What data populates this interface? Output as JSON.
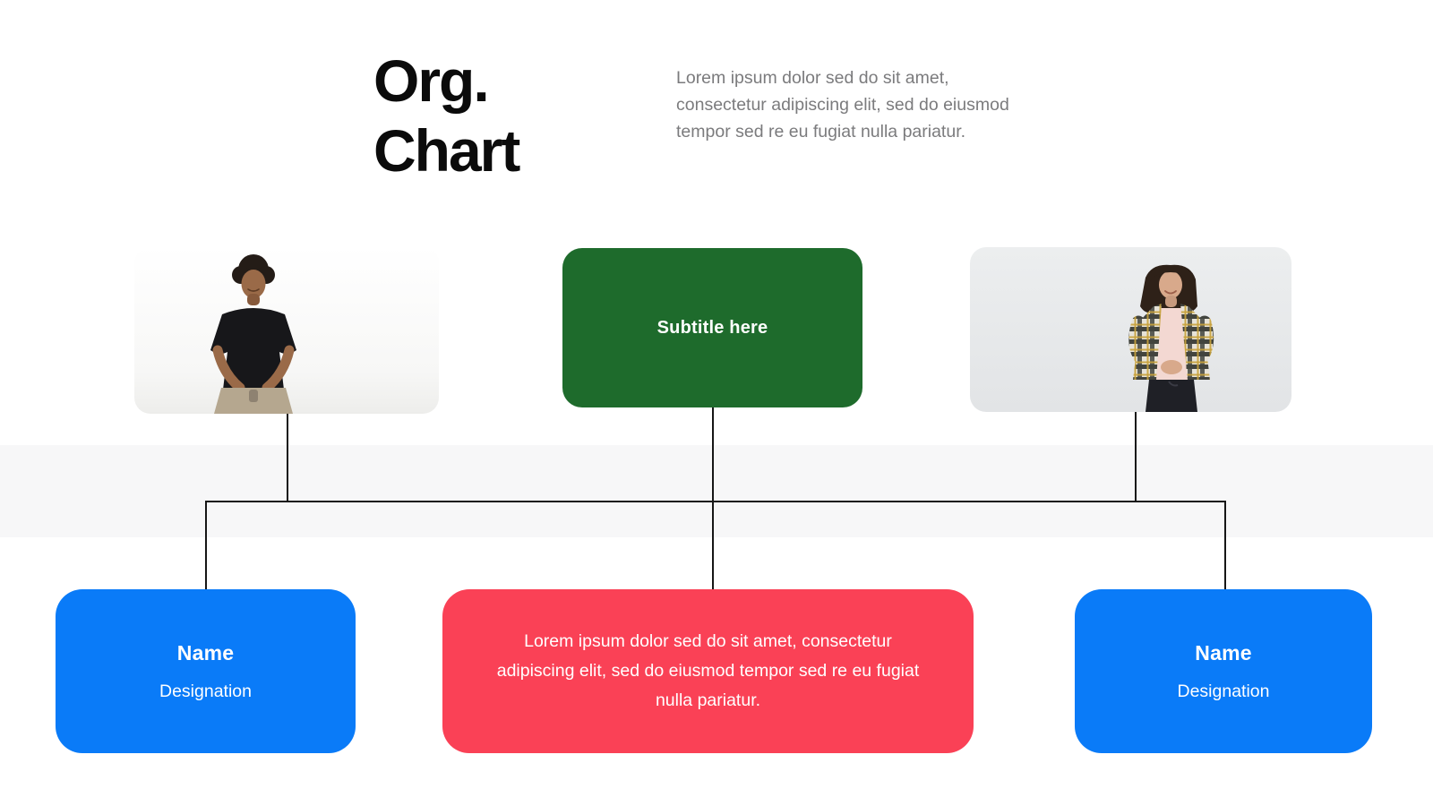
{
  "slide": {
    "title_lines": [
      "Org.",
      "Chart"
    ],
    "description": "Lorem ipsum dolor sed do sit amet, consectetur adipiscing elit, sed do eiusmod tempor sed re eu fugiat nulla pariatur."
  },
  "org_chart": {
    "top_row": {
      "left_photo_desc": "Man with curly hair in black t-shirt seated on white background",
      "subtitle_label": "Subtitle here",
      "right_photo_desc": "Smiling woman with dark bob hair in plaid shirt over pink top on gray background"
    },
    "bottom_row": {
      "left_card": {
        "name": "Name",
        "designation": "Designation"
      },
      "center_card": {
        "text": "Lorem ipsum dolor sed do sit amet, consectetur adipiscing elit, sed do eiusmod tempor sed re eu fugiat nulla pariatur."
      },
      "right_card": {
        "name": "Name",
        "designation": "Designation"
      }
    }
  },
  "colors": {
    "subtitle_box_green": "#1e6b2c",
    "name_card_blue": "#0a7bf8",
    "lorem_card_red": "#fa4156",
    "connector_line": "#161616",
    "band_gray": "#f7f7f8",
    "description_gray": "#7b7b7d",
    "title_black": "#0b0b0b"
  }
}
